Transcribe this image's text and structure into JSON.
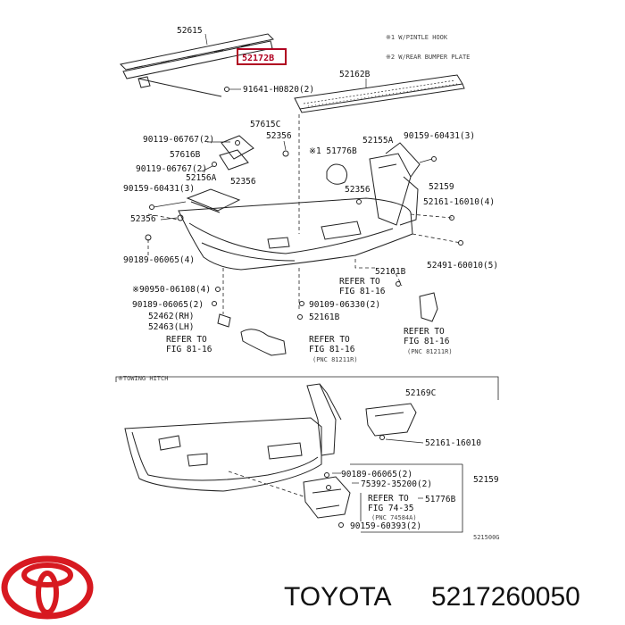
{
  "notes": {
    "note1": "※1 W/PINTLE HOOK",
    "note2": "※2 W/REAR BUMPER PLATE"
  },
  "parts": {
    "p52615": "52615",
    "p52172B": "52172B",
    "p52162B": "52162B",
    "p91641": "91641-H0820(2)",
    "p57615C": "57615C",
    "p52356a": "52356",
    "p90119a": "90119-06767(2)",
    "p57616B": "57616B",
    "p90119b": "90119-06767(2)",
    "p90159a": "90159-60431(3)",
    "p52156A": "52156A",
    "p52356b": "52356",
    "p52356c": "52356",
    "p90189a": "90189-06065(4)",
    "p90950": "※90950-06108(4)",
    "p90189b": "90189-06065(2)",
    "p52462": "52462(RH)",
    "p52463": "52463(LH)",
    "refer1a": "REFER TO",
    "refer1b": "FIG 81-16",
    "p51776B_top": "※1 51776B",
    "p52155A": "52155A",
    "p90159b": "90159-60431(3)",
    "p52356d": "52356",
    "p52159_top": "52159",
    "p52161_16010": "52161-16010(4)",
    "p52491": "52491-60010(5)",
    "p52161B_a": "52161B",
    "refer2a": "REFER TO",
    "refer2b": "FIG 81-16",
    "p90109": "90109-06330(2)",
    "p52161B_b": "52161B",
    "refer3a": "REFER TO",
    "refer3b": "FIG 81-16",
    "refer3c": "(PNC 81211R)",
    "refer4a": "REFER TO",
    "refer4b": "FIG 81-16",
    "refer4c": "(PNC 81211R)",
    "towing_label": "※TOWING HITCH",
    "p52169C": "52169C",
    "p52161_16010b": "52161-16010",
    "p90189c": "90189-06065(2)",
    "p75392": "75392-35200(2)",
    "refer5a": "REFER TO",
    "refer5b": "FIG 74-35",
    "refer5c": "(PNC 74584A)",
    "p51776B_bot": "51776B",
    "p90159c": "90159-60393(2)",
    "p52159_bot": "52159",
    "drawing_code": "521500G"
  },
  "brand": {
    "name": "TOYOTA",
    "part_number": "5217260050",
    "logo_color": "#d71920"
  },
  "highlight_color": "#b00020"
}
